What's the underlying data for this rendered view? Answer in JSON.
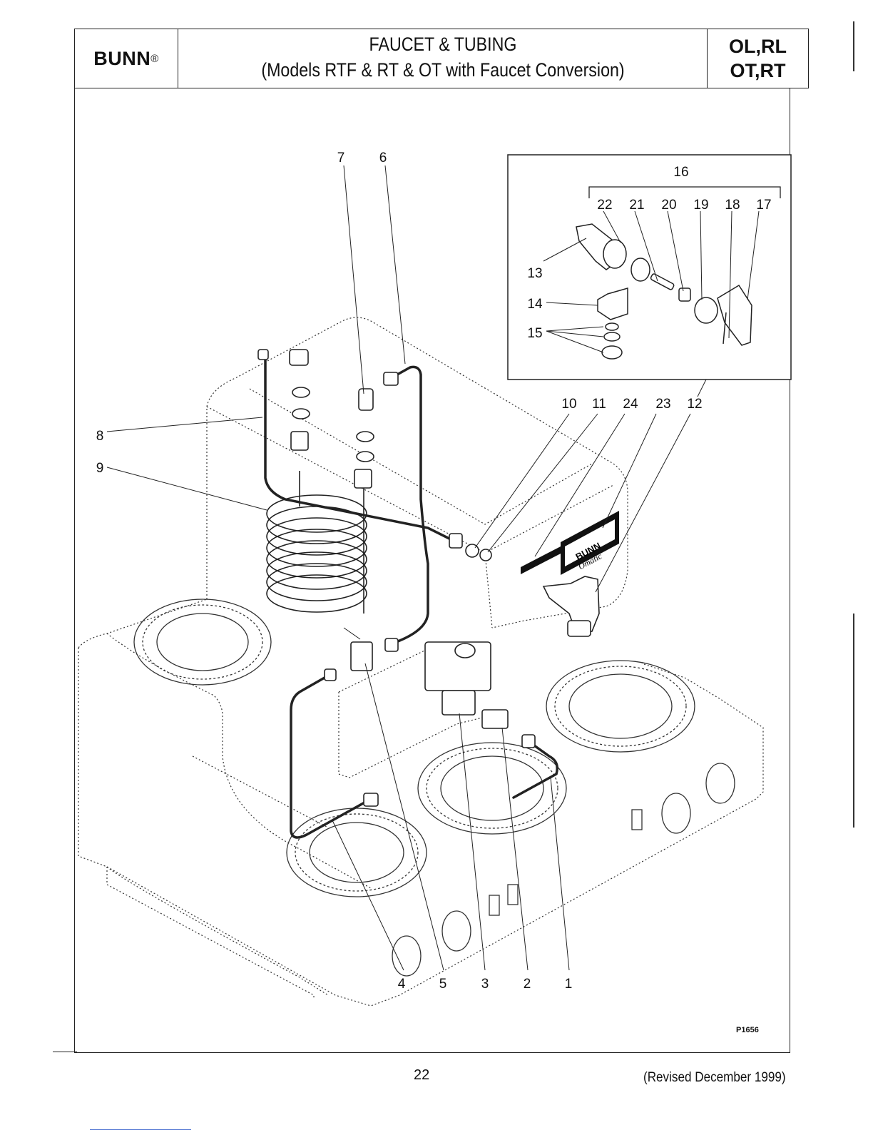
{
  "header": {
    "brand": "BUNN",
    "brand_mark": "®",
    "title_line1": "FAUCET & TUBING",
    "title_line2": "(Models RTF & RT & OT with Faucet Conversion)",
    "models_line1": "OL,RL",
    "models_line2": "OT,RT"
  },
  "diagram": {
    "callouts": [
      "1",
      "2",
      "3",
      "4",
      "5",
      "6",
      "7",
      "8",
      "9",
      "10",
      "11",
      "12",
      "13",
      "14",
      "15",
      "16",
      "17",
      "18",
      "19",
      "20",
      "21",
      "22",
      "23",
      "24"
    ],
    "figure_id": "P1656",
    "decal_line1": "BUNN",
    "decal_line2": "Omatic"
  },
  "footer": {
    "page_number": "22",
    "revision": "(Revised December 1999)"
  }
}
